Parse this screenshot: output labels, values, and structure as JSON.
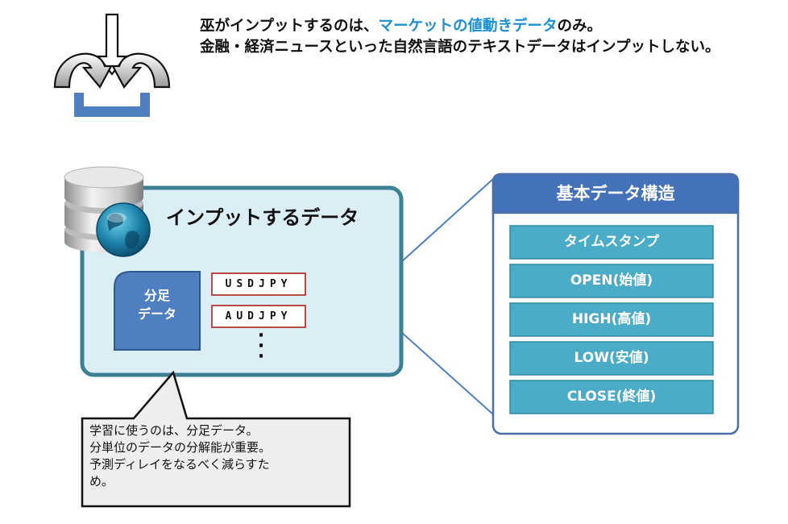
{
  "header": {
    "line1_prefix": "巫がインプットするのは、",
    "line1_highlight": "マーケットの値動きデータ",
    "line1_suffix": "のみ。",
    "line2": "金融・経済ニュースといった自然言語のテキストデータはインプットしない。"
  },
  "input_panel": {
    "title": "インプットするデータ",
    "tab_label": [
      "分足",
      "データ"
    ],
    "pairs": [
      "USDJPY",
      "AUDJPY"
    ],
    "ellipsis": "・\n・\n・"
  },
  "structure": {
    "title": "基本データ構造",
    "fields": [
      "タイムスタンプ",
      "OPEN(始値)",
      "HIGH(高値)",
      "LOW(安値)",
      "CLOSE(終値)"
    ]
  },
  "callout": {
    "lines": [
      "学習に使うのは、分足データ。",
      "分単位のデータの分解能が重要。",
      "予測ディレイをなるべく減らすた",
      "め。"
    ]
  },
  "colors": {
    "accent_blue": "#1a8fd1",
    "panel_border": "#3d7f93",
    "panel_fill": "#dbeef5",
    "header_fill": "#4372b8",
    "field_fill": "#4aacc6",
    "pair_border": "#b94a48"
  },
  "icons": [
    "input-arrows-icon",
    "database-globe-icon"
  ]
}
